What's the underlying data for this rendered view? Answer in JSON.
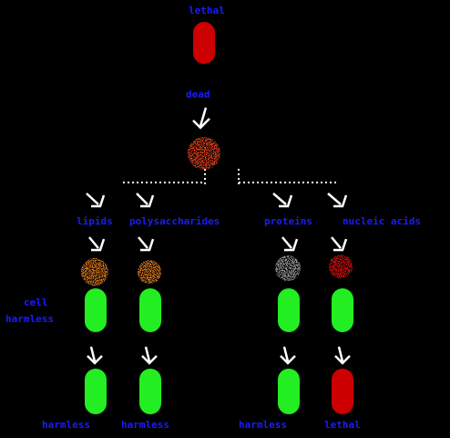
{
  "labels": {
    "top": "lethal",
    "dead": "dead",
    "lipids": "lipids",
    "polysaccharides": "polysaccharides",
    "proteins": "proteins",
    "nucleic_acids": "nucleic acids",
    "side_line1": "cell",
    "side_line2": "harmless"
  },
  "bottom_labels": [
    "harmless",
    "harmless",
    "harmless",
    "lethal"
  ],
  "colors": {
    "background": "#000000",
    "label": "#1b1bff",
    "lethal_cell": "#cc0000",
    "harmless_cell": "#22ee22",
    "lipid_debris": "#e07a1e",
    "protein_debris": "#9a9a9a",
    "nucleic_debris": "#e01010",
    "dead_mass": "#e0401a"
  },
  "icons": [
    "bacterium-icon",
    "debris-icon",
    "arrow-down-icon"
  ]
}
